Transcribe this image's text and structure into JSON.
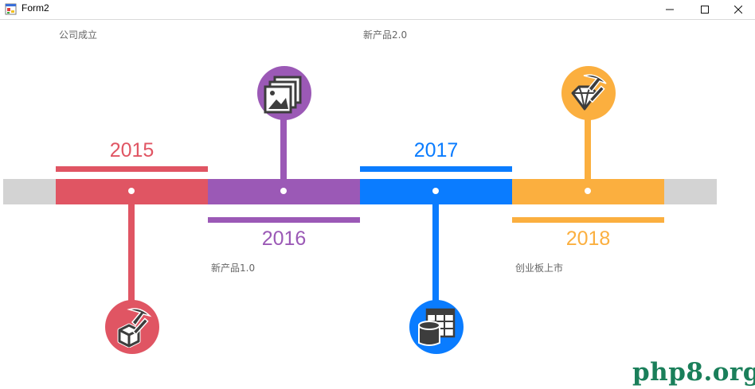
{
  "window": {
    "title": "Form2"
  },
  "timeline": {
    "colors": {
      "red": "#e05563",
      "purple": "#9b59b6",
      "blue": "#0a7cff",
      "orange": "#fbaf3f",
      "track": "#d3d3d3"
    },
    "milestones": [
      {
        "year": "2015",
        "caption": "公司成立",
        "color": "#e05563",
        "icon": "box-pickaxe-icon"
      },
      {
        "year": "2016",
        "caption": "新产品1.0",
        "color": "#9b59b6",
        "icon": "picture-frame-icon"
      },
      {
        "year": "2017",
        "caption": "新产品2.0",
        "color": "#0a7cff",
        "icon": "database-table-icon"
      },
      {
        "year": "2018",
        "caption": "创业板上市",
        "color": "#fbaf3f",
        "icon": "diamond-pickaxe-icon"
      }
    ]
  },
  "watermark": "php8.org"
}
